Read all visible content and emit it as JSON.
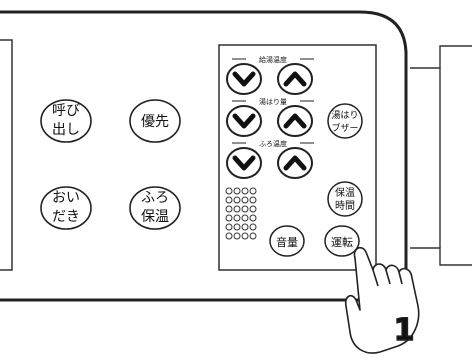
{
  "panel": {
    "buttons": {
      "call": "呼び\n出し",
      "priority": "優先",
      "reheat": "おい\nだき",
      "bath_keep_warm": "ふろ\n保温",
      "volume": "音量",
      "power": "運転",
      "fill_buzzer": "湯はり\nブザー",
      "keep_warm_time": "保温\n時間"
    },
    "groups": {
      "supply_temp": "給湯温度",
      "fill_amount": "湯はり量",
      "bath_temp": "ふろ温度"
    }
  },
  "callout": {
    "step_number": "1"
  },
  "icons": {
    "down": "down-arrow-icon",
    "up": "up-arrow-icon",
    "speaker": "speaker-grille-icon",
    "hand": "pointing-hand-icon"
  }
}
